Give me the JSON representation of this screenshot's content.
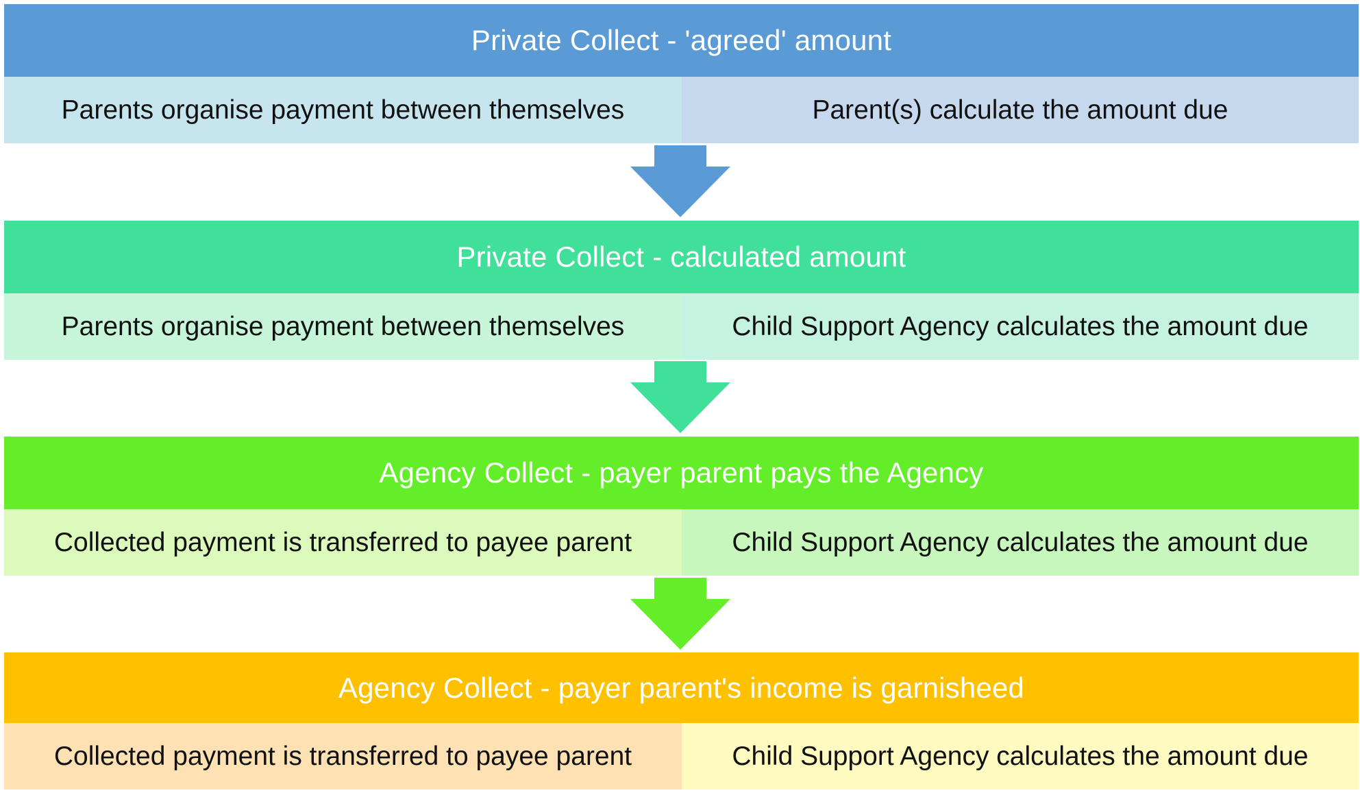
{
  "stages": [
    {
      "title": "Private Collect - 'agreed' amount",
      "left": "Parents organise payment between themselves",
      "right": "Parent(s) calculate the amount due",
      "colors": {
        "header": "#5b9bd5",
        "left": "#c6e5ef",
        "right": "#c6d8ee",
        "arrow": "#5b9bd5"
      }
    },
    {
      "title": "Private Collect - calculated amount",
      "left": "Parents organise payment between themselves",
      "right": "Child Support Agency calculates the amount due",
      "colors": {
        "header": "#41e09a",
        "left": "#c6f5d9",
        "right": "#c6f2e2",
        "arrow": "#41e09a"
      }
    },
    {
      "title": "Agency Collect - payer parent pays the Agency",
      "left": "Collected payment is transferred to payee parent",
      "right": "Child Support Agency calculates the amount due",
      "colors": {
        "header": "#64ee2a",
        "left": "#dcfabc",
        "right": "#c8f7bd",
        "arrow": "#64ee2a"
      }
    },
    {
      "title": "Agency Collect - payer parent's income is garnisheed",
      "left": "Collected payment is transferred to payee parent",
      "right": "Child Support Agency calculates the amount due",
      "colors": {
        "header": "#ffc000",
        "left": "#ffe1b4",
        "right": "#fffac0"
      }
    }
  ]
}
